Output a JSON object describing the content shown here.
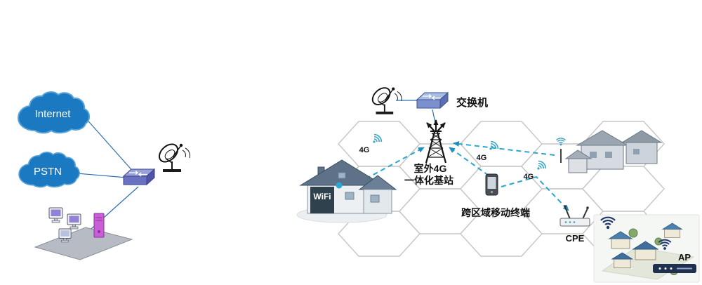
{
  "diagram": {
    "left": {
      "internet_label": "Internet",
      "pstn_label": "PSTN"
    },
    "core": {
      "switch_label": "交换机",
      "base_station_line1": "室外4G",
      "base_station_line2": "一体化基站"
    },
    "access": {
      "wifi_label": "WiFi",
      "signal_4g": "4G",
      "mobile_terminal_label": "跨区域移动终端",
      "cpe_label": "CPE",
      "ap_label": "AP"
    },
    "colors": {
      "cloud_blue": "#1b79c1",
      "link_teal": "#29a7ce",
      "hex_border": "#c6c6c6",
      "navy": "#20386e",
      "tower_black": "#151515",
      "magenta_tower": "#c95fd6"
    }
  }
}
